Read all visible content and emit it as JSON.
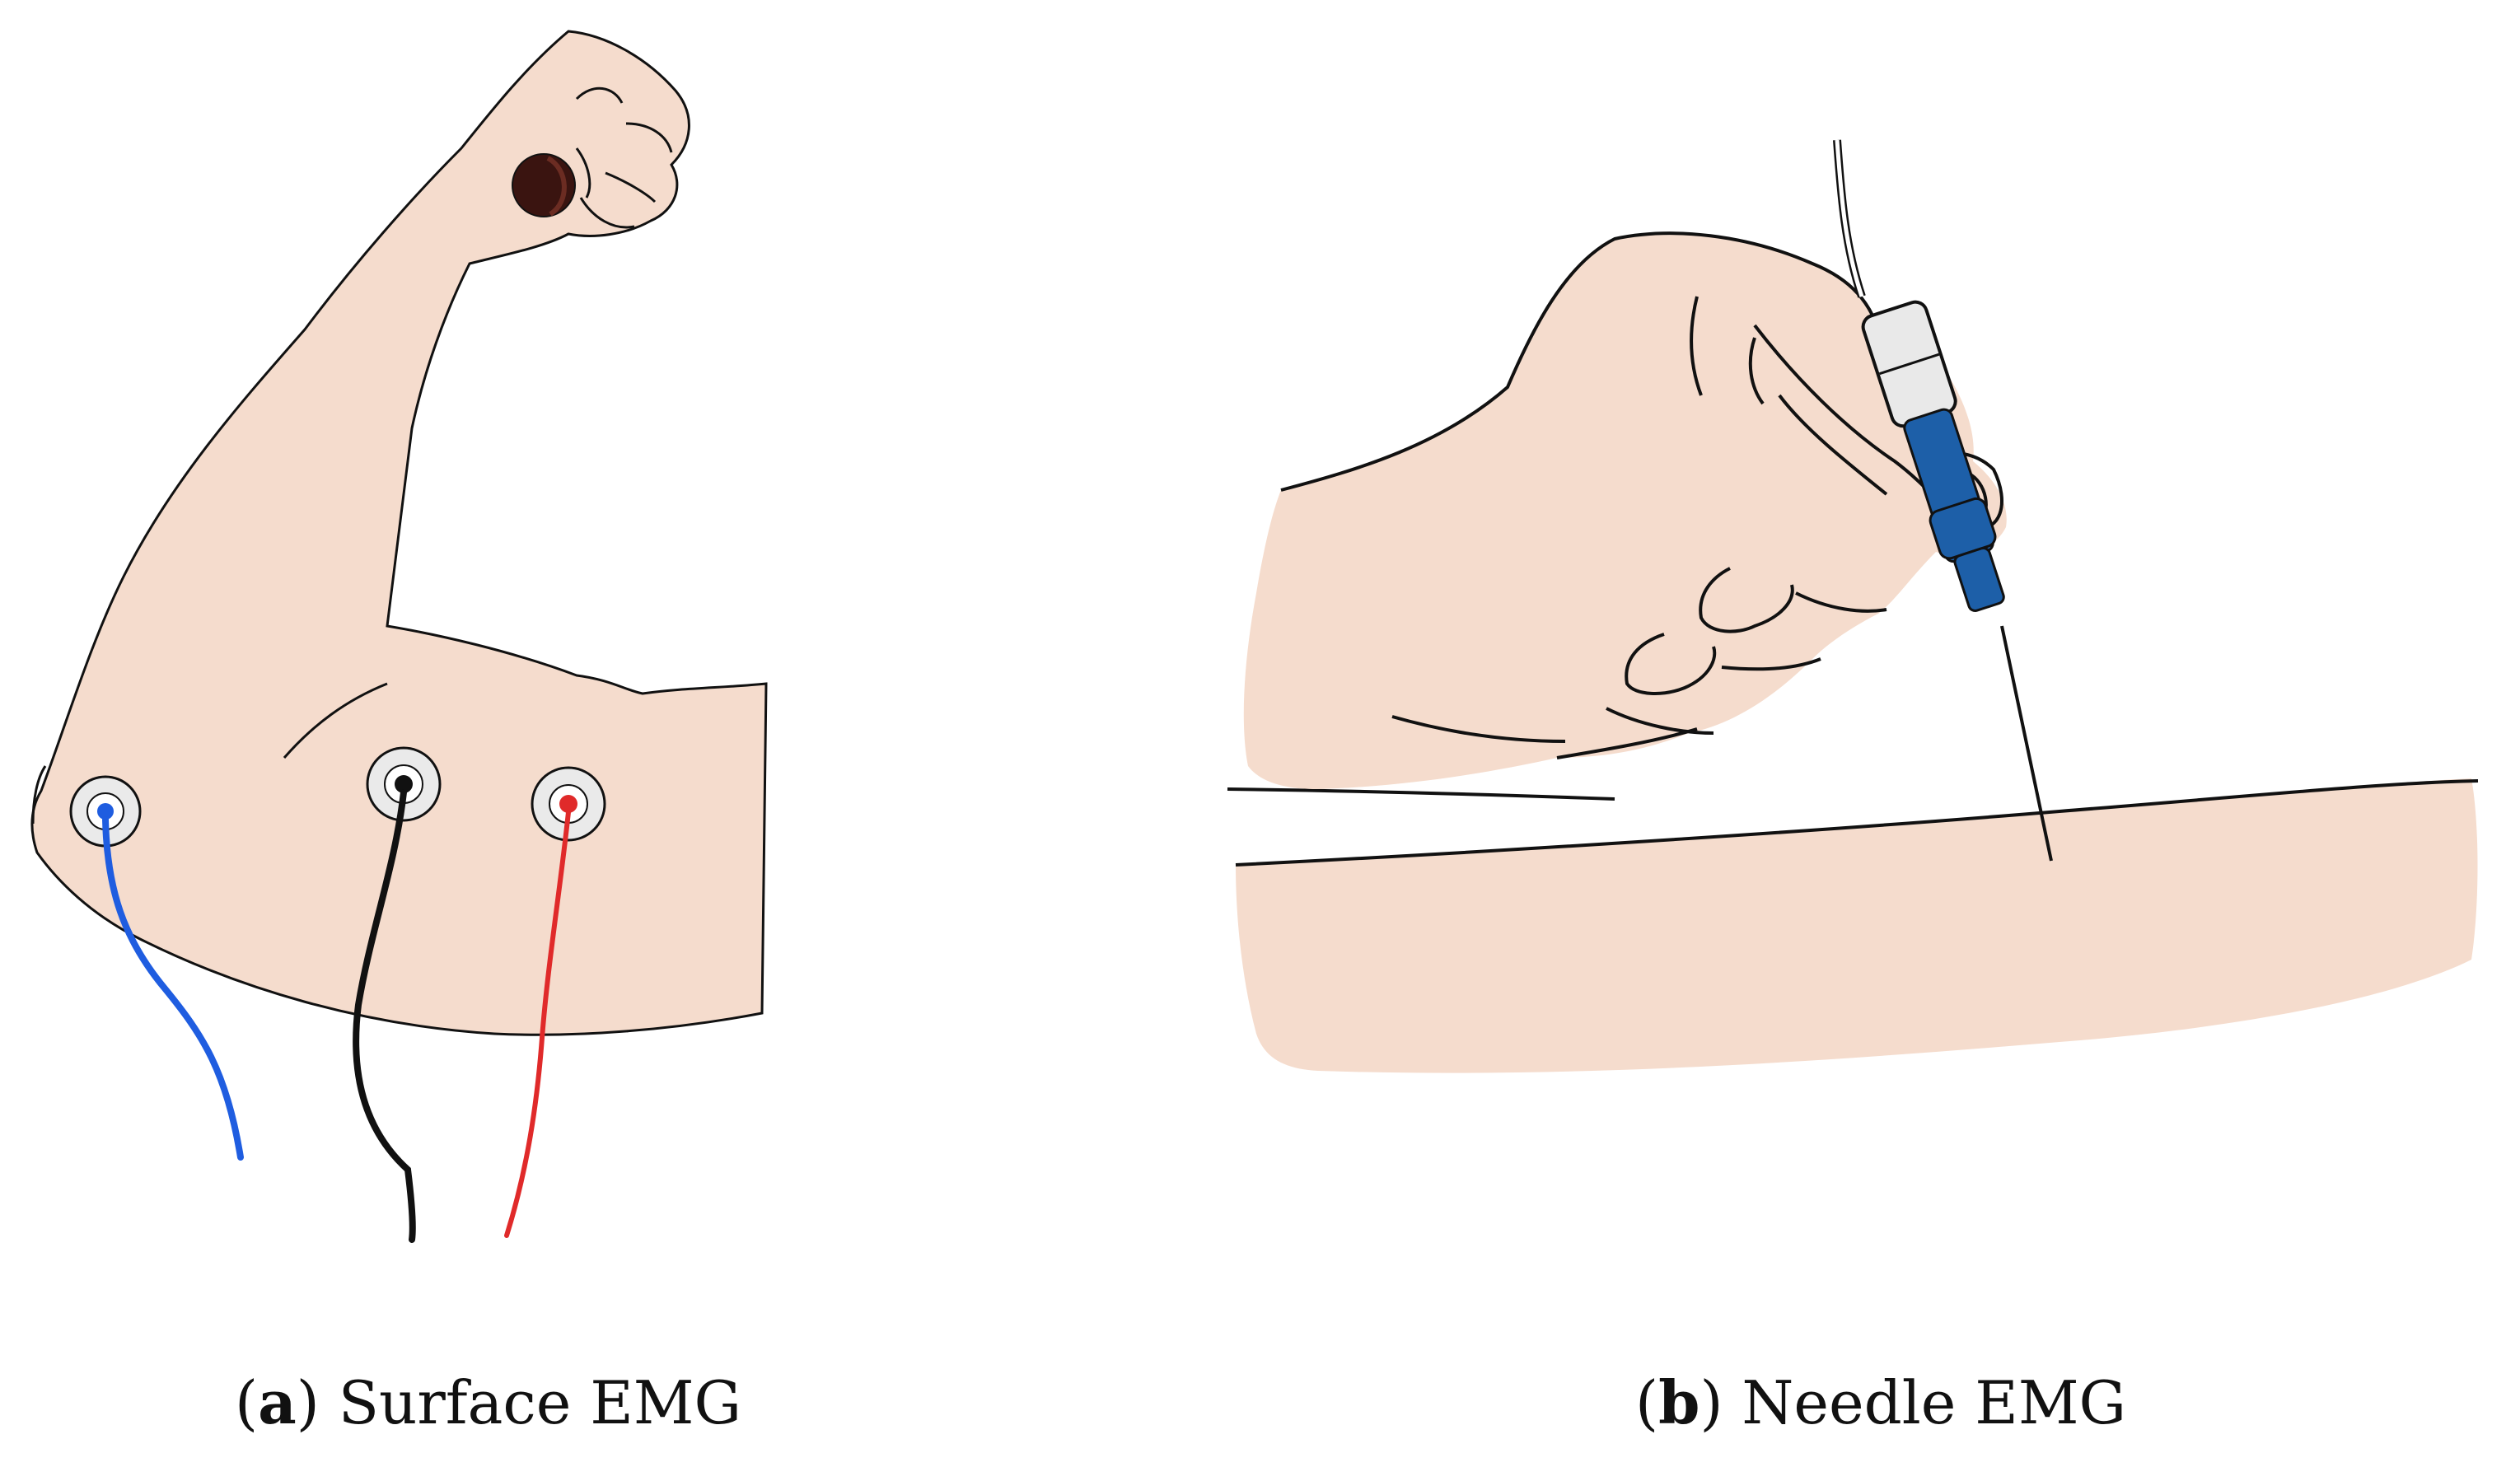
{
  "panels": {
    "a": {
      "letter": "a",
      "description": "Surface EMG"
    },
    "b": {
      "letter": "b",
      "description": "Needle EMG"
    }
  },
  "caption_parts": {
    "open": "(",
    "close": ")"
  },
  "colors": {
    "skin": "#f5dccd",
    "outline": "#111111",
    "electrode_pad": "#eaeaea",
    "lead_blue": "#1f5de0",
    "lead_black": "#111111",
    "lead_red": "#e02a2a",
    "needle_body": "#1d5fa8",
    "needle_cap": "#e9e9e9",
    "stimulus_dot": "#3a1410"
  },
  "icons": {
    "electrode": "electrode-disc-icon",
    "needle": "needle-electrode-icon"
  }
}
